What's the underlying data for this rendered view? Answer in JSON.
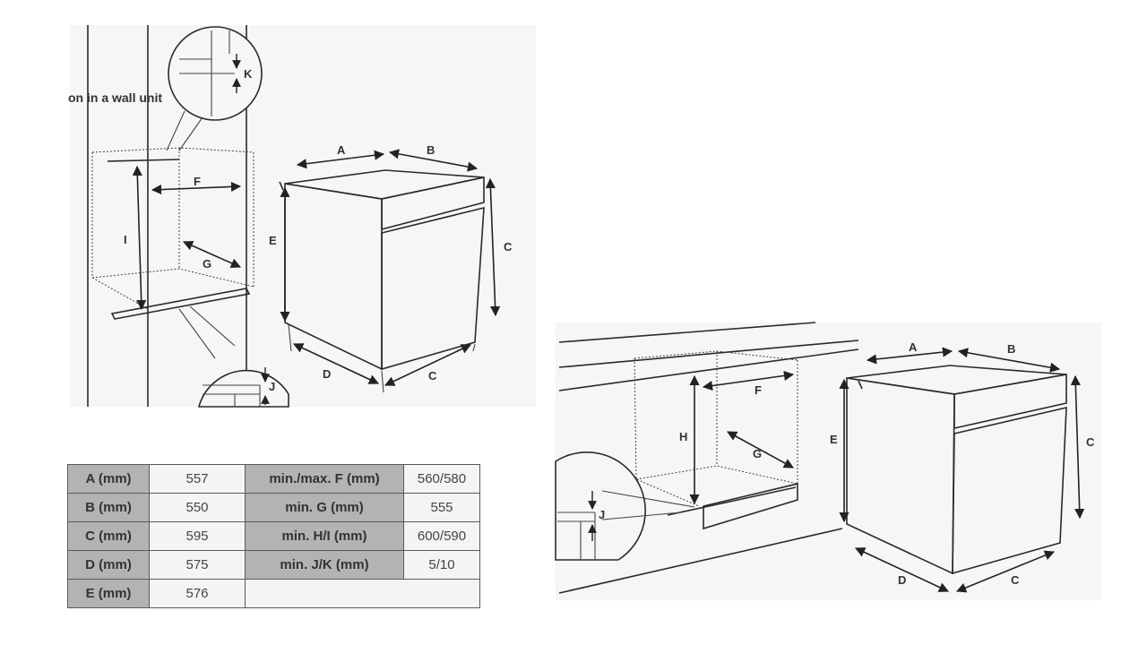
{
  "left_diagram": {
    "caption": "on in a wall unit",
    "labels": {
      "A": "A",
      "B": "B",
      "C_right": "C",
      "C_bottom": "C",
      "D": "D",
      "E": "E",
      "F": "F",
      "G": "G",
      "I": "I",
      "J": "J",
      "K": "K"
    }
  },
  "right_diagram": {
    "labels": {
      "A": "A",
      "B": "B",
      "C_right": "C",
      "C_bottom": "C",
      "D": "D",
      "E": "E",
      "F": "F",
      "G": "G",
      "H": "H",
      "J": "J"
    }
  },
  "dimension_table": {
    "rows": [
      {
        "k1": "A (mm)",
        "v1": "557",
        "k2": "min./max. F (mm)",
        "v2": "560/580"
      },
      {
        "k1": "B (mm)",
        "v1": "550",
        "k2": "min. G (mm)",
        "v2": "555"
      },
      {
        "k1": "C (mm)",
        "v1": "595",
        "k2": "min. H/I (mm)",
        "v2": "600/590"
      },
      {
        "k1": "D (mm)",
        "v1": "575",
        "k2": "min. J/K (mm)",
        "v2": "5/10"
      },
      {
        "k1": "E (mm)",
        "v1": "576"
      }
    ]
  }
}
